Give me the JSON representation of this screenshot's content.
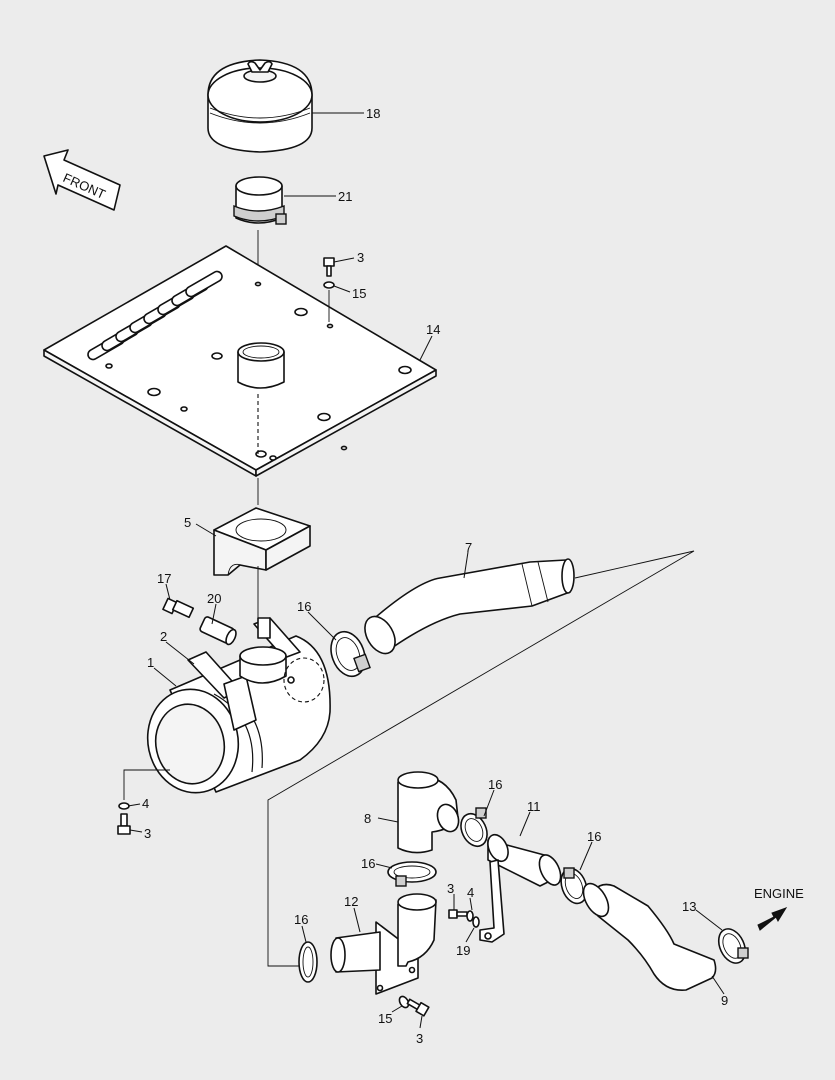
{
  "callouts": {
    "c18": "18",
    "c21": "21",
    "c3a": "3",
    "c15a": "15",
    "c14": "14",
    "c5": "5",
    "c7": "7",
    "c17": "17",
    "c20": "20",
    "c16a": "16",
    "c2": "2",
    "c1": "1",
    "c4a": "4",
    "c3b": "3",
    "c16b": "16",
    "c8": "8",
    "c11": "11",
    "c16c": "16",
    "c16d": "16",
    "c3c": "3",
    "c4b": "4",
    "c19": "19",
    "c12": "12",
    "c16e": "16",
    "c13": "13",
    "c9": "9",
    "c15b": "15",
    "c3d": "3"
  },
  "arrows": {
    "front": "FRONT",
    "engine": "ENGINE"
  }
}
